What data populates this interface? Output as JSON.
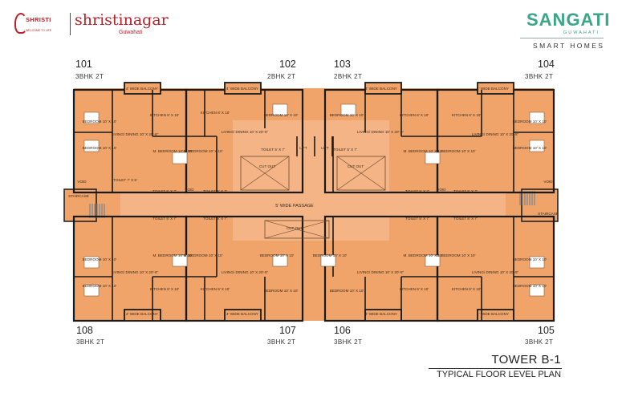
{
  "header": {
    "shristi_brand": "SHRISTI",
    "shristi_tagline": "WELCOME TO LIFE",
    "township_name": "shristinagar",
    "township_city": "Guwahati",
    "project_name": "SANGATI",
    "project_city": "GUWAHATI",
    "project_tagline": "SMART HOMES"
  },
  "units": [
    {
      "number": "101",
      "type": "3BHK 2T"
    },
    {
      "number": "102",
      "type": "2BHK 2T"
    },
    {
      "number": "103",
      "type": "2BHK 2T"
    },
    {
      "number": "104",
      "type": "3BHK 2T"
    },
    {
      "number": "108",
      "type": "3BHK 2T"
    },
    {
      "number": "107",
      "type": "3BHK 2T"
    },
    {
      "number": "106",
      "type": "3BHK 2T"
    },
    {
      "number": "105",
      "type": "3BHK 2T"
    }
  ],
  "rooms": {
    "balcony": "4' WIDE BALCONY",
    "kitchen": "KITCHEN 8' X 10'",
    "bedroom": "BEDROOM 10' X 10'",
    "living": "LIVING/ DINING 10' X 20'-5\"",
    "m_bedroom": "M. BEDROOM 10' X 10'",
    "toilet": "TOILET 5' X 7'",
    "toilet_small": "TOILET 7' X 5'",
    "void": "VOID",
    "lift": "LIFT",
    "cutout": "CUT OUT",
    "passage": "5' WIDE PASSAGE",
    "staircase": "STAIRCASE"
  },
  "colors": {
    "floor": "#f0a46a",
    "wall": "#1a1a1a",
    "common": "#f4b486",
    "stair": "#8c8c8c"
  },
  "footer": {
    "tower": "TOWER B-1",
    "plan_title": "TYPICAL FLOOR LEVEL PLAN"
  }
}
